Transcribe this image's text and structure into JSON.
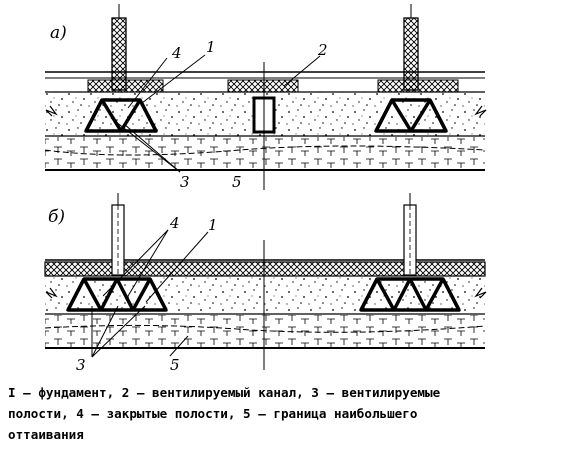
{
  "panels": [
    {
      "label": "а)"
    },
    {
      "label": "б)"
    }
  ],
  "callouts": {
    "n1": "1",
    "n2": "2",
    "n3": "3",
    "n4": "4",
    "n5": "5"
  },
  "caption": {
    "line1": "I – фундамент, 2 – вентилируемый канал, 3 – вентилируемые",
    "line2": "полости, 4 – закрытые полости, 5 – граница наибольшего",
    "line3": "оттаивания"
  }
}
